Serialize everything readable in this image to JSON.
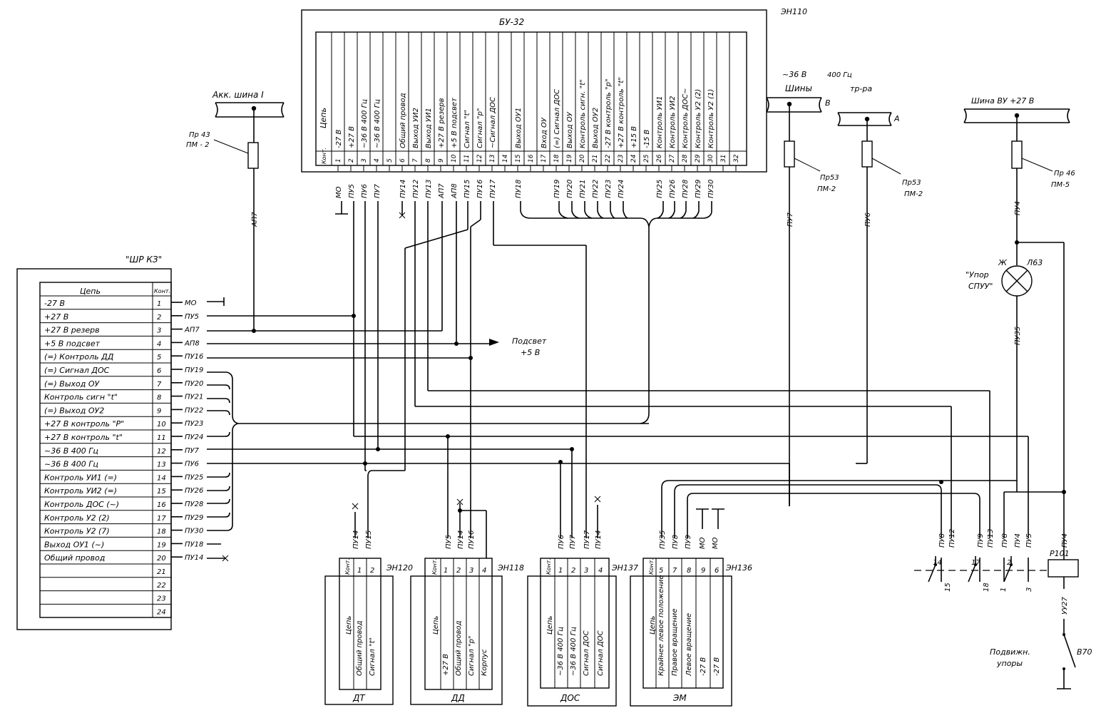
{
  "bu32": {
    "ref": "ЭН110",
    "title": "БУ-32",
    "header_circuit": "Цепь",
    "header_contact": "Конт.",
    "pins": [
      {
        "n": "1",
        "circuit": "-27 В",
        "wire": "МО"
      },
      {
        "n": "2",
        "circuit": "+27 В",
        "wire": "ПУ5"
      },
      {
        "n": "3",
        "circuit": "~36 В  400 Гц",
        "wire": "ПУ6"
      },
      {
        "n": "4",
        "circuit": "~36 В  400 Гц",
        "wire": "ПУ7"
      },
      {
        "n": "5",
        "circuit": "",
        "wire": ""
      },
      {
        "n": "6",
        "circuit": "Общий  провод",
        "wire": "ПУ14"
      },
      {
        "n": "7",
        "circuit": "Выход  УИ2",
        "wire": "ПУ12"
      },
      {
        "n": "8",
        "circuit": "Выход  УИ1",
        "wire": "ПУ13"
      },
      {
        "n": "9",
        "circuit": "+27 В  резерв",
        "wire": "АП7"
      },
      {
        "n": "10",
        "circuit": "+5 В  подсвет",
        "wire": "АП8"
      },
      {
        "n": "11",
        "circuit": "Сигнал  \"t\"",
        "wire": "ПУ15"
      },
      {
        "n": "12",
        "circuit": "Сигнал  \"р\"",
        "wire": "ПУ16"
      },
      {
        "n": "13",
        "circuit": "~Сигнал  ДОС",
        "wire": "ПУ17"
      },
      {
        "n": "14",
        "circuit": "",
        "wire": ""
      },
      {
        "n": "15",
        "circuit": "Выход  ОУ1",
        "wire": "ПУ18"
      },
      {
        "n": "16",
        "circuit": "",
        "wire": ""
      },
      {
        "n": "17",
        "circuit": "Вход  ОУ",
        "wire": ""
      },
      {
        "n": "18",
        "circuit": "(=) Сигнал ДОС",
        "wire": "ПУ19"
      },
      {
        "n": "19",
        "circuit": "Выход  ОУ",
        "wire": "ПУ20"
      },
      {
        "n": "20",
        "circuit": "Контроль сигн. \"t\"",
        "wire": "ПУ21"
      },
      {
        "n": "21",
        "circuit": "Выход  ОУ2",
        "wire": "ПУ22"
      },
      {
        "n": "22",
        "circuit": "-27 В  контроль  \"р\"",
        "wire": "ПУ23"
      },
      {
        "n": "23",
        "circuit": "+27 В  контроль  \"t\"",
        "wire": "ПУ24"
      },
      {
        "n": "24",
        "circuit": "+15 В",
        "wire": ""
      },
      {
        "n": "25",
        "circuit": "-15 В",
        "wire": ""
      },
      {
        "n": "26",
        "circuit": "Контроль  УИ1",
        "wire": "ПУ25"
      },
      {
        "n": "27",
        "circuit": "Контроль  УИ2",
        "wire": "ПУ26"
      },
      {
        "n": "28",
        "circuit": "Контроль  ДОС~",
        "wire": "ПУ28"
      },
      {
        "n": "29",
        "circuit": "Контроль  У2 (2)",
        "wire": "ПУ29"
      },
      {
        "n": "30",
        "circuit": "Контроль  У2 (1)",
        "wire": "ПУ30"
      },
      {
        "n": "31",
        "circuit": "",
        "wire": ""
      },
      {
        "n": "32",
        "circuit": "",
        "wire": ""
      }
    ]
  },
  "shrk3": {
    "title": "\"ШР КЗ\"",
    "header_circuit": "Цепь",
    "header_contact": "Конт.",
    "rows": [
      {
        "circuit": "-27 В",
        "n": "1",
        "wire": "МО"
      },
      {
        "circuit": "+27 В",
        "n": "2",
        "wire": "ПУ5"
      },
      {
        "circuit": "+27 В  резерв",
        "n": "3",
        "wire": "АП7"
      },
      {
        "circuit": "+5 В  подсвет",
        "n": "4",
        "wire": "АП8"
      },
      {
        "circuit": "(=) Контроль  ДД",
        "n": "5",
        "wire": "ПУ16"
      },
      {
        "circuit": "(=) Сигнал  ДОС",
        "n": "6",
        "wire": "ПУ19"
      },
      {
        "circuit": "(=)  Выход  ОУ",
        "n": "7",
        "wire": "ПУ20"
      },
      {
        "circuit": "Контроль  сигн  \"t\"",
        "n": "8",
        "wire": "ПУ21"
      },
      {
        "circuit": "(=) Выход  ОУ2",
        "n": "9",
        "wire": "ПУ22"
      },
      {
        "circuit": "+27 В  контроль  \"Р\"",
        "n": "10",
        "wire": "ПУ23"
      },
      {
        "circuit": "+27 В  контроль  \"t\"",
        "n": "11",
        "wire": "ПУ24"
      },
      {
        "circuit": "~36 В  400 Гц",
        "n": "12",
        "wire": "ПУ7"
      },
      {
        "circuit": "~36 В  400 Гц",
        "n": "13",
        "wire": "ПУ6"
      },
      {
        "circuit": "Контроль  УИ1  (=)",
        "n": "14",
        "wire": "ПУ25"
      },
      {
        "circuit": "Контроль  УИ2  (=)",
        "n": "15",
        "wire": "ПУ26"
      },
      {
        "circuit": "Контроль  ДОС  (~)",
        "n": "16",
        "wire": "ПУ28"
      },
      {
        "circuit": "Контроль  У2 (2)",
        "n": "17",
        "wire": "ПУ29"
      },
      {
        "circuit": "Контроль  У2 (7)",
        "n": "18",
        "wire": "ПУ30"
      },
      {
        "circuit": "Выход  ОУ1 (~)",
        "n": "19",
        "wire": "ПУ18"
      },
      {
        "circuit": "Общий  провод",
        "n": "20",
        "wire": "ПУ14"
      },
      {
        "circuit": "",
        "n": "21",
        "wire": ""
      },
      {
        "circuit": "",
        "n": "22",
        "wire": ""
      },
      {
        "circuit": "",
        "n": "23",
        "wire": ""
      },
      {
        "circuit": "",
        "n": "24",
        "wire": ""
      }
    ]
  },
  "bus": {
    "akk": "Акк. шина  I",
    "akk_fuse": [
      "Пр 43",
      "ПМ - 2"
    ],
    "akk_wire": "АП7",
    "tr_voltage": "~36 В",
    "tr_buses": "Шины",
    "tr_freq": "400 Гц",
    "tr_of": "тр-ра",
    "tr_b": "В",
    "tr_a": "А",
    "tr_fuse": [
      "Пр53",
      "ПМ-2"
    ],
    "tr_wire_b": "ПУ7",
    "tr_wire_a": "ПУ6",
    "vu": "Шина   ВУ   +27 В",
    "vu_fuse": [
      "Пр 46",
      "ПМ-5"
    ],
    "vu_wire": "ПУ4"
  },
  "lamp": {
    "ref": "Л63",
    "color": "Ж",
    "label": [
      "\"Упор",
      "СПУУ\""
    ],
    "wire": "ПУ35"
  },
  "backlight": {
    "label": [
      "Подсвет",
      "+5 В"
    ]
  },
  "dt": {
    "ref": "ЭН120",
    "name": "ДТ",
    "header_circuit": "Цепь",
    "header_contact": "Конт.",
    "wires": [
      "ПУ14",
      "ПУ15"
    ],
    "pins": [
      {
        "n": "1",
        "circuit": "Общий  провод"
      },
      {
        "n": "2",
        "circuit": "Сигнал  \"t\""
      }
    ]
  },
  "dd": {
    "ref": "ЭН118",
    "name": "ДД",
    "header_circuit": "Цепь",
    "header_contact": "Конт.",
    "wires": [
      "ПУ5",
      "ПУ14",
      "ПУ16"
    ],
    "pins": [
      {
        "n": "1",
        "circuit": "+27 В"
      },
      {
        "n": "2",
        "circuit": "Общий  провод"
      },
      {
        "n": "3",
        "circuit": "Сигнал  \"р\""
      },
      {
        "n": "4",
        "circuit": "Корпус"
      }
    ]
  },
  "dos": {
    "ref": "ЭН137",
    "name": "ДОС",
    "header_circuit": "Цепь",
    "header_contact": "Конт.",
    "wires": [
      "ПУ6",
      "ПУ7",
      "ПУ17",
      "ПУ14"
    ],
    "pins": [
      {
        "n": "1",
        "circuit": "~36 В  400 Гц"
      },
      {
        "n": "2",
        "circuit": "~36 В  400 Гц"
      },
      {
        "n": "3",
        "circuit": "Сигнал  ДОС"
      },
      {
        "n": "4",
        "circuit": "Сигнал  ДОС"
      }
    ]
  },
  "em": {
    "ref": "ЭН136",
    "name": "ЭМ",
    "header_circuit": "Цепь",
    "header_contact": "Конт.",
    "wires": [
      "ПУ35",
      "ПУ8",
      "ПУ9",
      "МО",
      "МО"
    ],
    "pins": [
      {
        "n": "5",
        "circuit": "Крайнее левое положение"
      },
      {
        "n": "7",
        "circuit": "Правое  вращение"
      },
      {
        "n": "8",
        "circuit": "Левое  вращение"
      },
      {
        "n": "9",
        "circuit": "-27 В"
      },
      {
        "n": "6",
        "circuit": "-27 В"
      }
    ]
  },
  "relay": {
    "ref": "Р101",
    "wires": [
      "ПУ8",
      "ПУ12",
      "ПУ9",
      "ПУ13",
      "ПУ8",
      "ПУ4",
      "ПУ5",
      "ПУ4"
    ],
    "contacts": [
      "14",
      "15",
      "17",
      "18",
      "2",
      "1",
      "3"
    ],
    "coil_wire": "УУ27"
  },
  "stops": {
    "ref": "В70",
    "label": [
      "Подвижн.",
      "упоры"
    ]
  }
}
